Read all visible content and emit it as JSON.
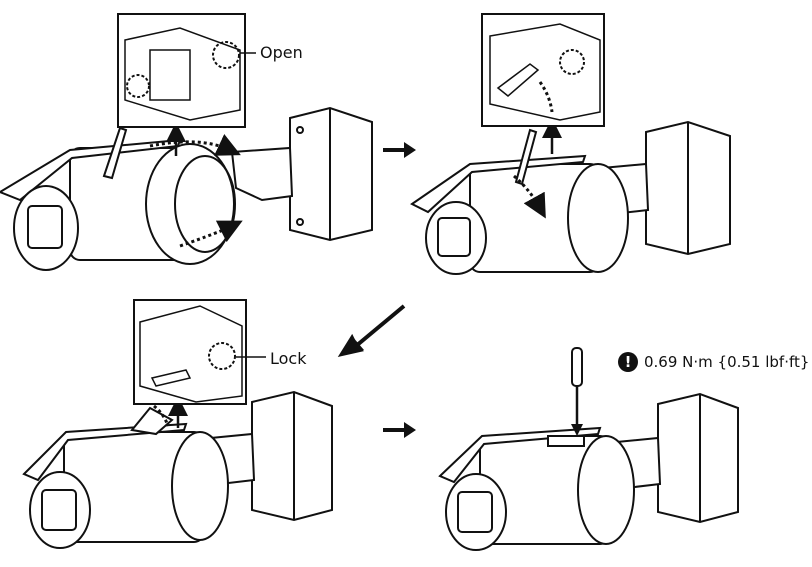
{
  "labels": {
    "open": "Open",
    "lock": "Lock"
  },
  "torque": {
    "icon": "warning-icon",
    "icon_glyph": "!",
    "value": "0.69 N·m {0.51 lbf·ft}"
  },
  "colors": {
    "ink": "#111111",
    "background": "#ffffff"
  }
}
